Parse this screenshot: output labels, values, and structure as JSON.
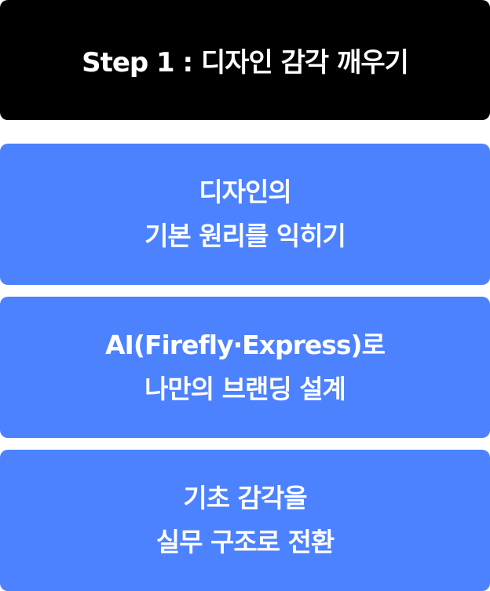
{
  "header": {
    "title": "Step 1 : 디자인 감각 깨우기",
    "background": "#000000"
  },
  "steps": [
    {
      "line1": "디자인의",
      "line2": "기본 원리를 익히기"
    },
    {
      "line1": "AI(Firefly·Express)로",
      "line2": "나만의 브랜딩 설계"
    },
    {
      "line1": "기초 감각을",
      "line2": "실무 구조로 전환"
    }
  ],
  "colors": {
    "card_blue": "#4d82ff",
    "text": "#ffffff"
  }
}
